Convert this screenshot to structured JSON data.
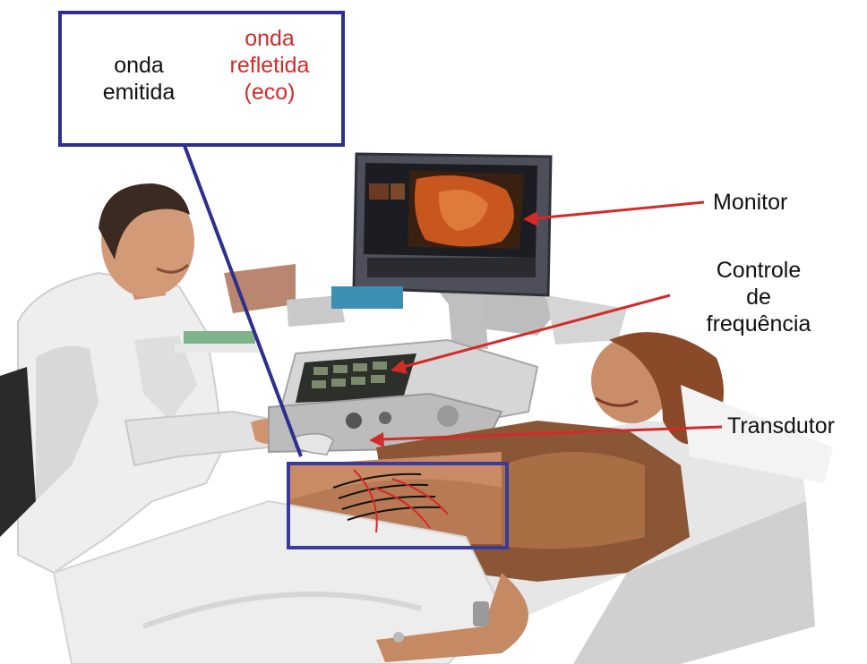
{
  "inset": {
    "emitted_label": "onda\nemitida",
    "reflected_label": "onda\nrefletida\n(eco)"
  },
  "callouts": {
    "monitor": "Monitor",
    "frequency_control": "Controle\nde\nfrequência",
    "transducer": "Transdutor"
  },
  "colors": {
    "box_border": "#2e2e8e",
    "arrow_red": "#d42a2a",
    "emitted_wave": "#111111",
    "reflected_wave": "#d42a2a",
    "screen_image": "#c8561f"
  }
}
